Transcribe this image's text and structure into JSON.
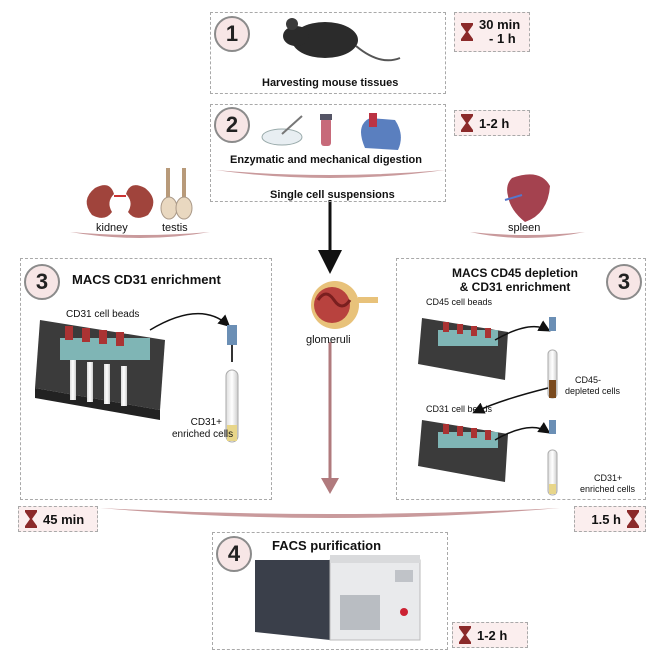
{
  "steps": {
    "harvest": {
      "num": "1",
      "label": "Harvesting mouse tissues",
      "time": "30 min",
      "time2": "- 1 h"
    },
    "digestion": {
      "num": "2",
      "label": "Enzymatic and mechanical digestion",
      "sublabel": "Single cell suspensions",
      "time": "1-2 h"
    },
    "macs_left": {
      "num": "3",
      "title": "MACS CD31 enrichment",
      "beads": "CD31 cell beads",
      "result": "CD31+",
      "result2": "enriched cells",
      "time": "45 min"
    },
    "macs_right": {
      "num": "3",
      "title": "MACS CD45 depletion",
      "title2": "& CD31 enrichment",
      "beads1": "CD45 cell beads",
      "mid": "CD45-",
      "mid2": "depleted cells",
      "beads2": "CD31 cell beads",
      "result": "CD31+",
      "result2": "enriched cells",
      "time": "1.5 h"
    },
    "facs": {
      "num": "4",
      "label": "FACS purification",
      "time": "1-2 h"
    }
  },
  "tissues": {
    "kidney": "kidney",
    "testis": "testis",
    "spleen": "spleen",
    "glomeruli": "glomeruli"
  },
  "colors": {
    "accent": "#b07a7d",
    "badge": "#f7e6e6",
    "dashed": "#a9a9a9",
    "hourglass": "#8b2a2a"
  }
}
